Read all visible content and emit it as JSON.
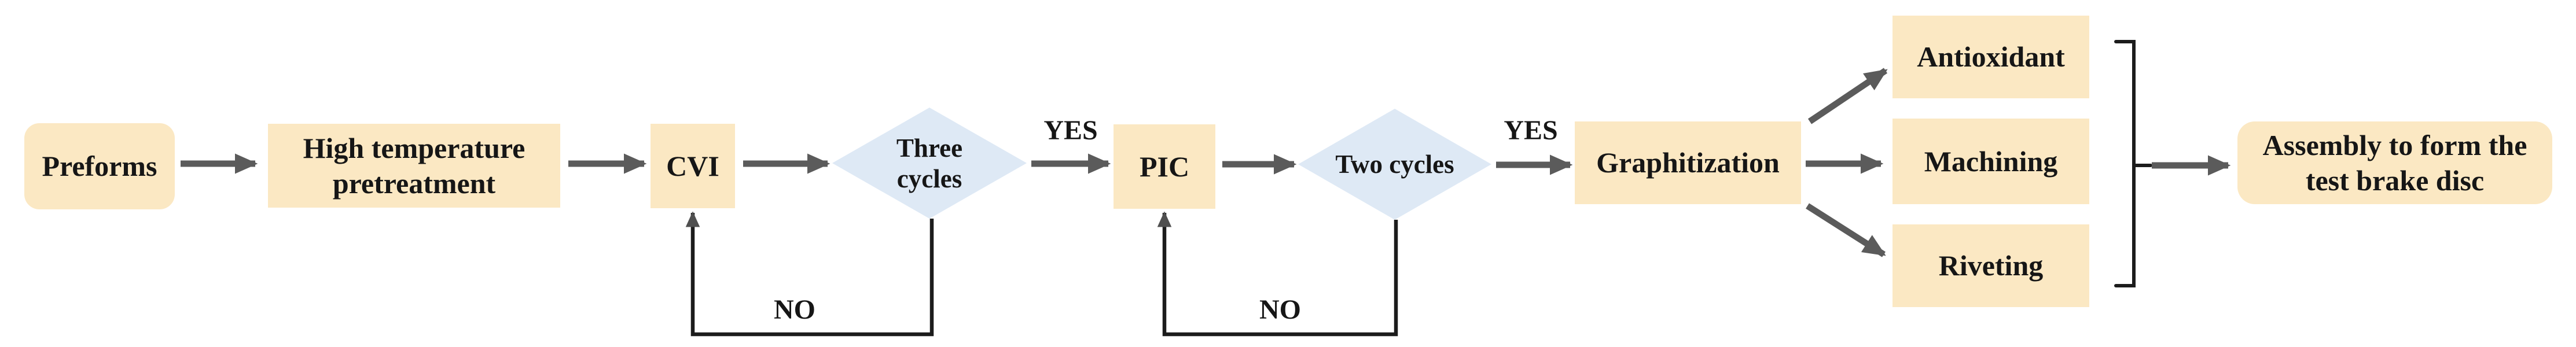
{
  "diagram": {
    "type": "flowchart",
    "description": "Manufacturing process flowchart for a carbon-carbon test brake disc",
    "colors": {
      "process_fill": "#fbe8c3",
      "decision_fill": "#dee9f5",
      "arrow": "#5b5b5b",
      "loop_line": "#1c1c1c",
      "text": "#161616",
      "background": "#ffffff"
    },
    "nodes": {
      "preforms": {
        "label": "Preforms",
        "shape": "rounded-rectangle"
      },
      "pretreatment": {
        "label": "High temperature pretreatment",
        "shape": "rectangle"
      },
      "cvi": {
        "label": "CVI",
        "shape": "rectangle"
      },
      "three_cycles": {
        "label": "Three cycles",
        "shape": "diamond"
      },
      "pic": {
        "label": "PIC",
        "shape": "rectangle"
      },
      "two_cycles": {
        "label": "Two cycles",
        "shape": "diamond"
      },
      "graphitization": {
        "label": "Graphitization",
        "shape": "rectangle"
      },
      "antioxidant": {
        "label": "Antioxidant",
        "shape": "rectangle"
      },
      "machining": {
        "label": "Machining",
        "shape": "rectangle"
      },
      "riveting": {
        "label": "Riveting",
        "shape": "rectangle"
      },
      "assembly": {
        "label": "Assembly to form the test brake disc",
        "shape": "rounded-rectangle"
      }
    },
    "edge_labels": {
      "yes1": "YES",
      "no1": "NO",
      "yes2": "YES",
      "no2": "NO"
    },
    "edges": [
      {
        "from": "preforms",
        "to": "pretreatment"
      },
      {
        "from": "pretreatment",
        "to": "cvi"
      },
      {
        "from": "cvi",
        "to": "three_cycles"
      },
      {
        "from": "three_cycles",
        "to": "pic",
        "label": "YES"
      },
      {
        "from": "three_cycles",
        "to": "cvi",
        "label": "NO"
      },
      {
        "from": "pic",
        "to": "two_cycles"
      },
      {
        "from": "two_cycles",
        "to": "graphitization",
        "label": "YES"
      },
      {
        "from": "two_cycles",
        "to": "pic",
        "label": "NO"
      },
      {
        "from": "graphitization",
        "to": "antioxidant"
      },
      {
        "from": "graphitization",
        "to": "machining"
      },
      {
        "from": "graphitization",
        "to": "riveting"
      },
      {
        "from": "antioxidant",
        "to": "assembly",
        "via": "bracket"
      },
      {
        "from": "machining",
        "to": "assembly",
        "via": "bracket"
      },
      {
        "from": "riveting",
        "to": "assembly",
        "via": "bracket"
      }
    ]
  }
}
